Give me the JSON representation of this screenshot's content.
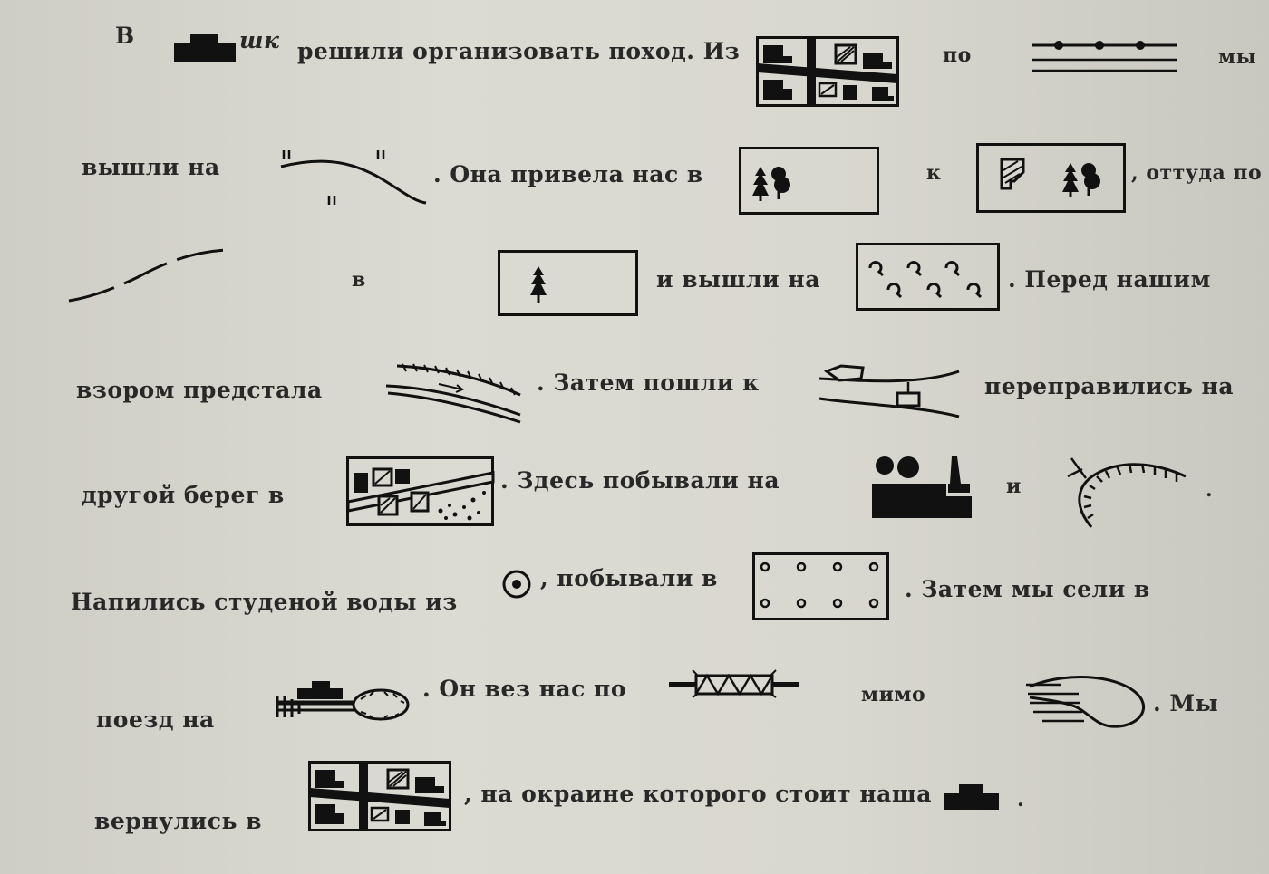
{
  "sentences": {
    "s01": "В",
    "s02": "шк",
    "s03": "решили организовать поход. Из",
    "s04": "по",
    "s05": "мы",
    "s06": "вышли на",
    "s07": ". Она привела нас в",
    "s08": "к",
    "s09": ", оттуда по",
    "s10": "в",
    "s11": "и вышли на",
    "s12": ". Перед нашим",
    "s13": "взором предстала",
    "s14": ". Затем пошли к",
    "s15": "переправились на",
    "s16": "другой берег в",
    "s17": ". Здесь побывали на",
    "s18": "и",
    "s19": ".",
    "s20": "Напились студеной воды из",
    "s21": ", побывали в",
    "s22": ". Затем мы сели в",
    "s23": "поезд на",
    "s24": ". Он вез нас по",
    "s25": "мимо",
    "s26": ". Мы",
    "s27": "вернулись в",
    "s28": ", на окраине которого стоит наша",
    "s29": "."
  },
  "symbols": [
    "building-icon",
    "town-icon",
    "railway-icon",
    "cart-road-icon",
    "mixed-forest-icon",
    "forester-house-forest-icon",
    "field-path-icon",
    "coniferous-forest-icon",
    "shrubs-icon",
    "river-icon",
    "ferry-icon",
    "village-icon",
    "factory-icon",
    "ravine-icon",
    "spring-icon",
    "orchard-icon",
    "railway-station-icon",
    "railway-bridge-icon",
    "lake-icon",
    "town-icon",
    "building-icon"
  ],
  "colors": {
    "ink": "#111111",
    "paper": "#d8d7d0",
    "text": "#282828"
  }
}
